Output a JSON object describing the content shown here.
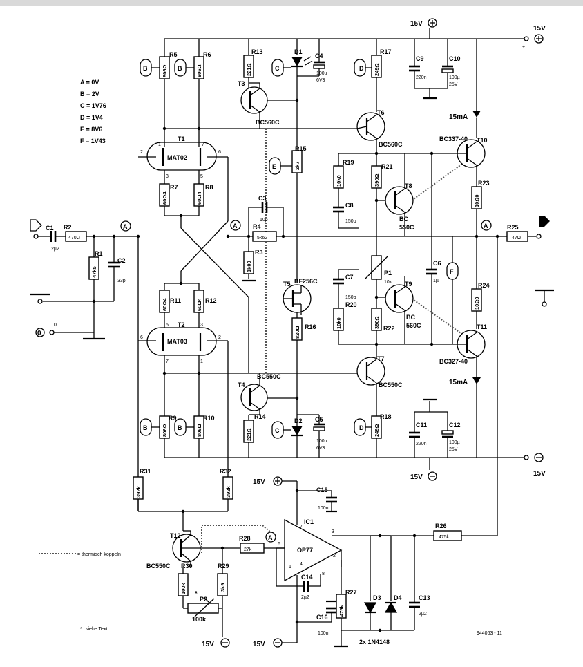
{
  "legend": {
    "a": "A = 0V",
    "b": "B = 2V",
    "c": "C = 1V76",
    "d": "D = 1V4",
    "e": "E = 8V6",
    "f": "F = 1V43"
  },
  "rails": {
    "pos_top": "15V",
    "pos_right": "15V",
    "neg_bottom": "15V",
    "neg_right": "15V",
    "op_pos": "15V",
    "op_neg": "15V",
    "p2_neg": "15V",
    "current_top": "15mA",
    "current_bottom": "15mA"
  },
  "components": {
    "C1": {
      "ref": "C1",
      "value": "2µ2"
    },
    "C2": {
      "ref": "C2",
      "value": "33p"
    },
    "C3": {
      "ref": "C3",
      "value": "10p"
    },
    "C4": {
      "ref": "C4",
      "value": "100µ",
      "value2": "6V3"
    },
    "C5": {
      "ref": "C5",
      "value": "100µ",
      "value2": "6V3"
    },
    "C6": {
      "ref": "C6",
      "value": "1µ"
    },
    "C7": {
      "ref": "C7",
      "value": "150p"
    },
    "C8": {
      "ref": "C8",
      "value": "150p"
    },
    "C9": {
      "ref": "C9",
      "value": "220n"
    },
    "C10": {
      "ref": "C10",
      "value": "100µ",
      "value2": "25V"
    },
    "C11": {
      "ref": "C11",
      "value": "220n"
    },
    "C12": {
      "ref": "C12",
      "value": "100µ",
      "value2": "25V"
    },
    "C13": {
      "ref": "C13",
      "value": "2µ2"
    },
    "C14": {
      "ref": "C14",
      "value": "2µ2"
    },
    "C15": {
      "ref": "C15",
      "value": "100n"
    },
    "C16": {
      "ref": "C16",
      "value": "100n"
    },
    "R1": {
      "ref": "R1",
      "value": "47k5"
    },
    "R2": {
      "ref": "R2",
      "value": "470Ω"
    },
    "R3": {
      "ref": "R3",
      "value": "1k00"
    },
    "R4": {
      "ref": "R4",
      "value": "5k62"
    },
    "R5": {
      "ref": "R5",
      "value": "806Ω"
    },
    "R6": {
      "ref": "R6",
      "value": "806Ω"
    },
    "R7": {
      "ref": "R7",
      "value": "60Ω4"
    },
    "R8": {
      "ref": "R8",
      "value": "60Ω4"
    },
    "R9": {
      "ref": "R9",
      "value": "806Ω"
    },
    "R10": {
      "ref": "R10",
      "value": "806Ω"
    },
    "R11": {
      "ref": "R11",
      "value": "60Ω4"
    },
    "R12": {
      "ref": "R12",
      "value": "60Ω4"
    },
    "R13": {
      "ref": "R13",
      "value": "221Ω"
    },
    "R14": {
      "ref": "R14",
      "value": "221Ω"
    },
    "R15": {
      "ref": "R15",
      "value": "2k7"
    },
    "R16": {
      "ref": "R16",
      "value": "820Ω"
    },
    "R17": {
      "ref": "R17",
      "value": "249Ω"
    },
    "R18": {
      "ref": "R18",
      "value": "249Ω"
    },
    "R19": {
      "ref": "R19",
      "value": "10k0"
    },
    "R20": {
      "ref": "R20",
      "value": "10k0"
    },
    "R21": {
      "ref": "R21",
      "value": "390Ω"
    },
    "R22": {
      "ref": "R22",
      "value": "390Ω"
    },
    "R23": {
      "ref": "R23",
      "value": "10Ω0"
    },
    "R24": {
      "ref": "R24",
      "value": "10Ω0"
    },
    "R25": {
      "ref": "R25",
      "value": "47Ω"
    },
    "R26": {
      "ref": "R26",
      "value": "475k"
    },
    "R27": {
      "ref": "R27",
      "value": "475k"
    },
    "R28": {
      "ref": "R28",
      "value": "27k"
    },
    "R29": {
      "ref": "R29",
      "value": "3k9"
    },
    "R30": {
      "ref": "R30",
      "value": "100k"
    },
    "R31": {
      "ref": "R31",
      "value": "392k"
    },
    "R32": {
      "ref": "R32",
      "value": "392k"
    },
    "P1": {
      "ref": "P1",
      "value": "10k"
    },
    "P2": {
      "ref": "P2",
      "value": "100k"
    },
    "T1": {
      "ref": "T1",
      "value": "MAT02"
    },
    "T2": {
      "ref": "T2",
      "value": "MAT03"
    },
    "T3": {
      "ref": "T3",
      "value": "BC560C"
    },
    "T4": {
      "ref": "T4",
      "value": "BC550C"
    },
    "T5": {
      "ref": "T5",
      "value": "BF256C"
    },
    "T6": {
      "ref": "T6",
      "value": "BC560C"
    },
    "T7": {
      "ref": "T7",
      "value": "BC550C"
    },
    "T8": {
      "ref": "T8",
      "value": "BC",
      "value2": "550C"
    },
    "T9": {
      "ref": "T9",
      "value": "BC",
      "value2": "560C"
    },
    "T10": {
      "ref": "T10",
      "value": "BC337-40"
    },
    "T11": {
      "ref": "T11",
      "value": "BC327-40"
    },
    "T12": {
      "ref": "T12",
      "value": "BC550C"
    },
    "IC1": {
      "ref": "IC1",
      "value": "OP77"
    },
    "D1": {
      "ref": "D1"
    },
    "D2": {
      "ref": "D2"
    },
    "D3": {
      "ref": "D3"
    },
    "D4": {
      "ref": "D4"
    },
    "diodes": "2x 1N4148"
  },
  "nodes": {
    "a": "A",
    "b": "B",
    "c": "C",
    "d": "D",
    "e": "E",
    "f": "F"
  },
  "pins": {
    "t1_1": "1",
    "t1_2": "2",
    "t1_3": "3",
    "t1_5": "5",
    "t1_6": "6",
    "t1_7": "7",
    "t2_1": "1",
    "t2_2": "2",
    "t2_3": "3",
    "t2_5": "5",
    "t2_6": "6",
    "t2_7": "7",
    "ic_2": "2",
    "ic_3": "3",
    "ic_4": "4",
    "ic_6": "6",
    "ic_7": "7",
    "ic_1": "1",
    "ic_8": "8"
  },
  "misc": {
    "ground_zero": "0",
    "zero_label": "0",
    "thermal_note": "= thermisch koppeln",
    "note": "siehe Text",
    "star": "*",
    "drawing_number": "944063 - 11"
  }
}
